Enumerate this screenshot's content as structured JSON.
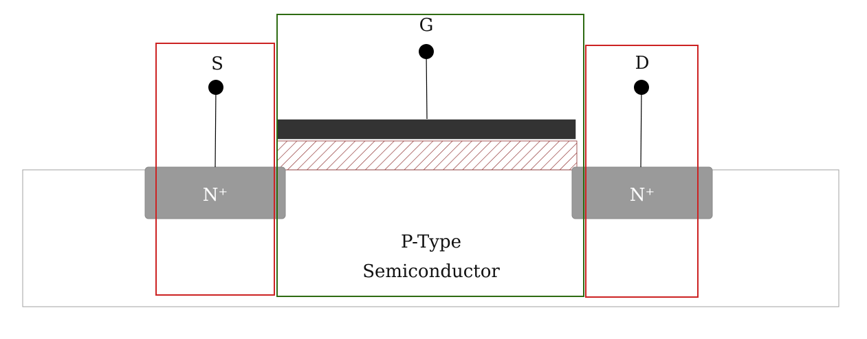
{
  "terminals": {
    "source": "S",
    "gate": "G",
    "drain": "D"
  },
  "regions": {
    "source_doping": "N⁺",
    "drain_doping": "N⁺",
    "substrate_line1": "P-Type",
    "substrate_line2": "Semiconductor"
  },
  "colors": {
    "substrate_border": "#a0a0a0",
    "doped_region": "#9a9a9a",
    "gate_metal": "#333333",
    "oxide_hatch": "#8b2a2a",
    "source_drain_box": "#cc2222",
    "gate_box": "#2e6b12",
    "terminal": "#000000"
  }
}
